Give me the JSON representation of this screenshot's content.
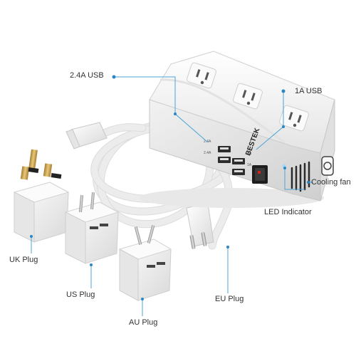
{
  "labels": {
    "usb_2_4a": "2.4A  USB",
    "usb_1a": "1A  USB",
    "cooling_fan": "Cooling fan",
    "led_indicator": "LED Indicator",
    "uk_plug": "UK Plug",
    "us_plug": "US Plug",
    "au_plug": "AU Plug",
    "eu_plug": "EU Plug"
  },
  "device": {
    "brand_logo": "BESTEK",
    "port_marks": [
      "2.4A",
      "2.4A",
      "1A",
      "1A"
    ]
  },
  "colors": {
    "callout_line": "#4ba3d6",
    "callout_dot": "#2b86c5",
    "product_white": "#f5f5f5",
    "shadow_gray": "#d0d0d0"
  }
}
